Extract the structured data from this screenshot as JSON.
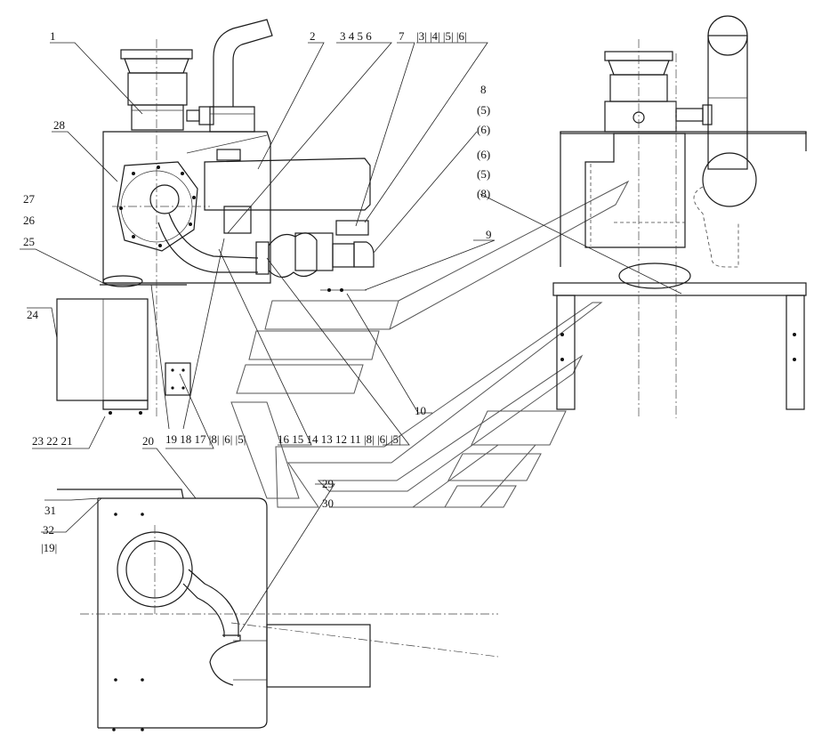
{
  "labels": {
    "l1": "1",
    "l2": "2",
    "l3_6": "3 4  5  6",
    "l7": "7",
    "l3_6b": "|3| |4| |5| |6|",
    "l8": "8",
    "l5a": "(5)",
    "l6a": "(6)",
    "l6b": "(6)",
    "l5b": "(5)",
    "l8b": "(8)",
    "l9": "9",
    "l10": "10",
    "l28": "28",
    "l27": "27",
    "l26": "26",
    "l25": "25",
    "l24": "24",
    "l23_21": "23  22  21",
    "l20": "20",
    "l19_5": "19 18 17 |8| |6| |5|",
    "l16_5": "16 15 14 13   12 11 |8| |6| |5|",
    "l29": "29",
    "l30": "30",
    "l31": "31",
    "l32": "32",
    "l19b": "|19|"
  }
}
